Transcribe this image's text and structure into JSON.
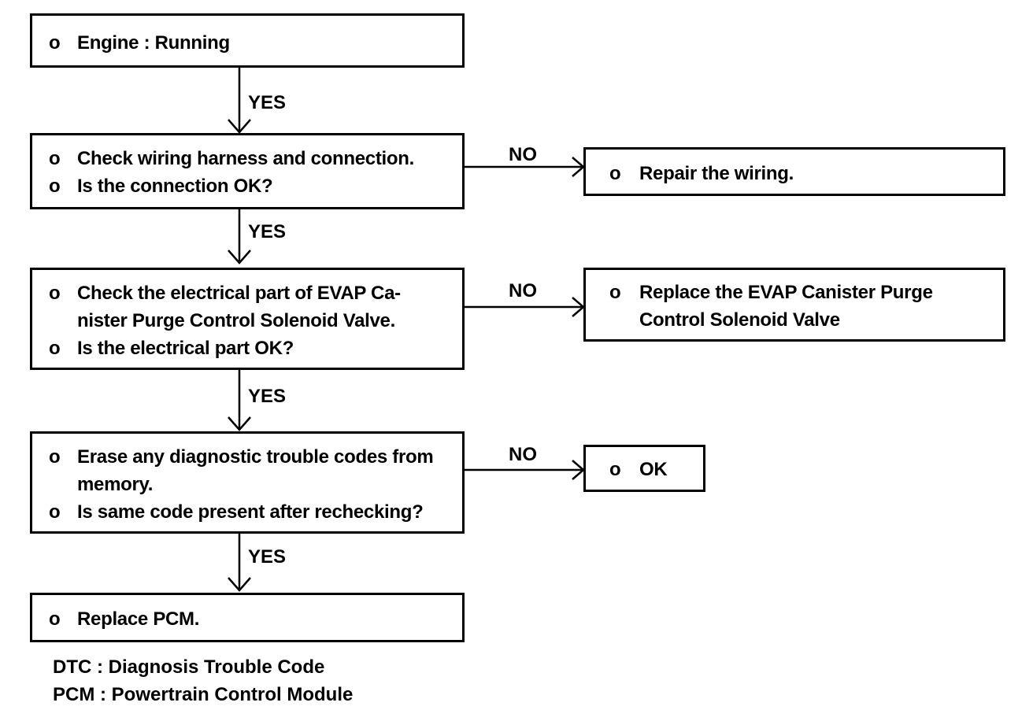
{
  "boxes": {
    "engine": {
      "bullet": "o",
      "lines": [
        "Engine : Running"
      ]
    },
    "check_wiring": {
      "bullet": "o",
      "lines": [
        "Check wiring harness and connection.",
        "Is the connection OK?"
      ]
    },
    "repair_wiring": {
      "bullet": "o",
      "lines": [
        "Repair the wiring."
      ]
    },
    "check_electrical": {
      "bullet": "o",
      "lines": [
        "Check the electrical part of EVAP Ca-",
        "nister Purge Control Solenoid Valve.",
        "Is the electrical part OK?"
      ]
    },
    "replace_valve": {
      "bullet": "o",
      "lines": [
        "Replace the EVAP Canister Purge",
        "Control Solenoid Valve"
      ]
    },
    "erase_codes": {
      "bullet": "o",
      "lines": [
        "Erase any diagnostic trouble codes from",
        "memory.",
        "Is same code present after rechecking?"
      ]
    },
    "ok": {
      "bullet": "o",
      "lines": [
        "OK"
      ]
    },
    "replace_pcm": {
      "bullet": "o",
      "lines": [
        "Replace PCM."
      ]
    }
  },
  "labels": {
    "yes": "YES",
    "no": "NO"
  },
  "legend": [
    "DTC : Diagnosis Trouble Code",
    "PCM : Powertrain Control Module"
  ]
}
